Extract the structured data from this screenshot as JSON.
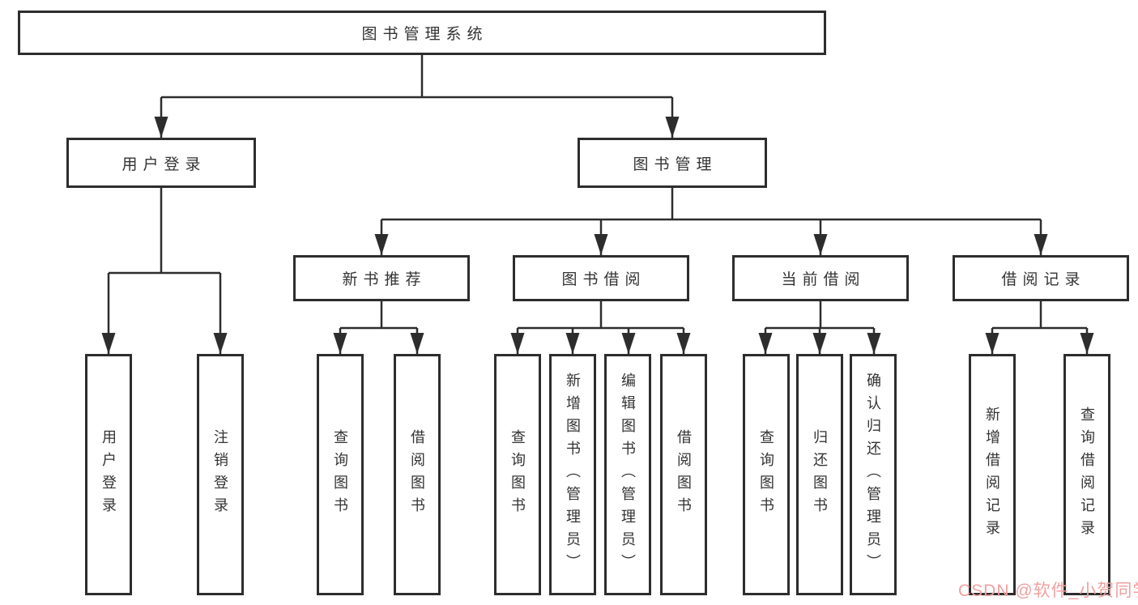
{
  "page": {
    "background": "#ffffff"
  },
  "colors": {
    "line": "#2d2d2d",
    "box_border": "#2d2d2d",
    "text": "#333333",
    "watermark": "#f0a0a0"
  },
  "diagram": {
    "root": {
      "label": "图书管理系统"
    },
    "branches": [
      {
        "label": "用户登录",
        "children": [
          {
            "label": "用户登录"
          },
          {
            "label": "注销登录"
          }
        ]
      },
      {
        "label": "图书管理",
        "children": [
          {
            "label": "新书推荐",
            "children": [
              {
                "label": "查询图书"
              },
              {
                "label": "借阅图书"
              }
            ]
          },
          {
            "label": "图书借阅",
            "children": [
              {
                "label": "查询图书"
              },
              {
                "label": "新增图书（管理员）"
              },
              {
                "label": "编辑图书（管理员）"
              },
              {
                "label": "借阅图书"
              }
            ]
          },
          {
            "label": "当前借阅",
            "children": [
              {
                "label": "查询图书"
              },
              {
                "label": "归还图书"
              },
              {
                "label": "确认归还（管理员）"
              }
            ]
          },
          {
            "label": "借阅记录",
            "children": [
              {
                "label": "新增借阅记录"
              },
              {
                "label": "查询借阅记录"
              }
            ]
          }
        ]
      }
    ]
  },
  "watermark": {
    "text": "CSDN @软件_小贺同学"
  }
}
